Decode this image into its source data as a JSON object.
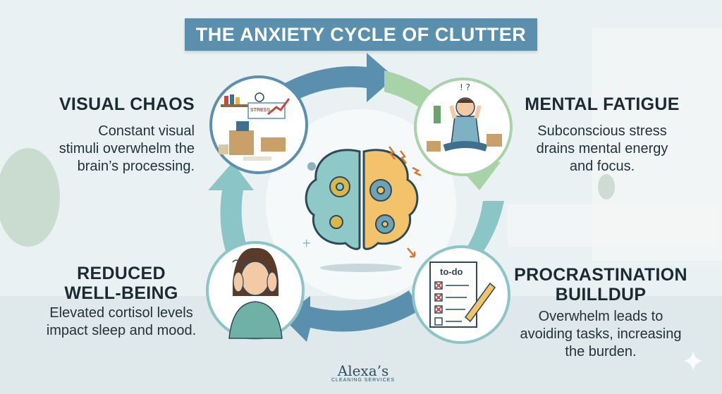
{
  "title": "THE ANXIETY CYCLE OF CLUTTER",
  "stages": {
    "visual_chaos": {
      "heading": "VISUAL CHAOS",
      "lines": [
        "Constant visual",
        "stimuli overwhelm the",
        "brain’s processing."
      ],
      "sign": "STRESS"
    },
    "mental_fatigue": {
      "heading": "MENTAL FATIGUE",
      "lines": [
        "Subconscious stress",
        "drains mental energy",
        "and focus."
      ]
    },
    "procrastination": {
      "heading_lines": [
        "PROCRASTINATION",
        "BUILLDUP"
      ],
      "lines": [
        "Overwhelm leads to",
        "avoiding tasks, increasing",
        "the burden."
      ],
      "note_title": "to-do"
    },
    "reduced_wellbeing": {
      "heading_lines": [
        "REDUCED",
        "WELL-BEING"
      ],
      "lines": [
        "Elevated cortisol levels",
        "impact sleep and mood."
      ]
    }
  },
  "logo": {
    "name": "Alexa’s",
    "sub": "CLEANING SERVICES"
  },
  "colors": {
    "banner": "#5b8fae",
    "arrow_blue": "#5b8fae",
    "arrow_green": "#a8d2a8",
    "arrow_teal": "#8cc5c6",
    "brain_left": "#8fc9c7",
    "brain_right": "#f2c36b"
  },
  "icons": [
    "brain-gears-icon",
    "clutter-room-illustration",
    "stressed-person-illustration",
    "todo-checklist-illustration",
    "anxious-woman-illustration",
    "sparkle-icon"
  ]
}
